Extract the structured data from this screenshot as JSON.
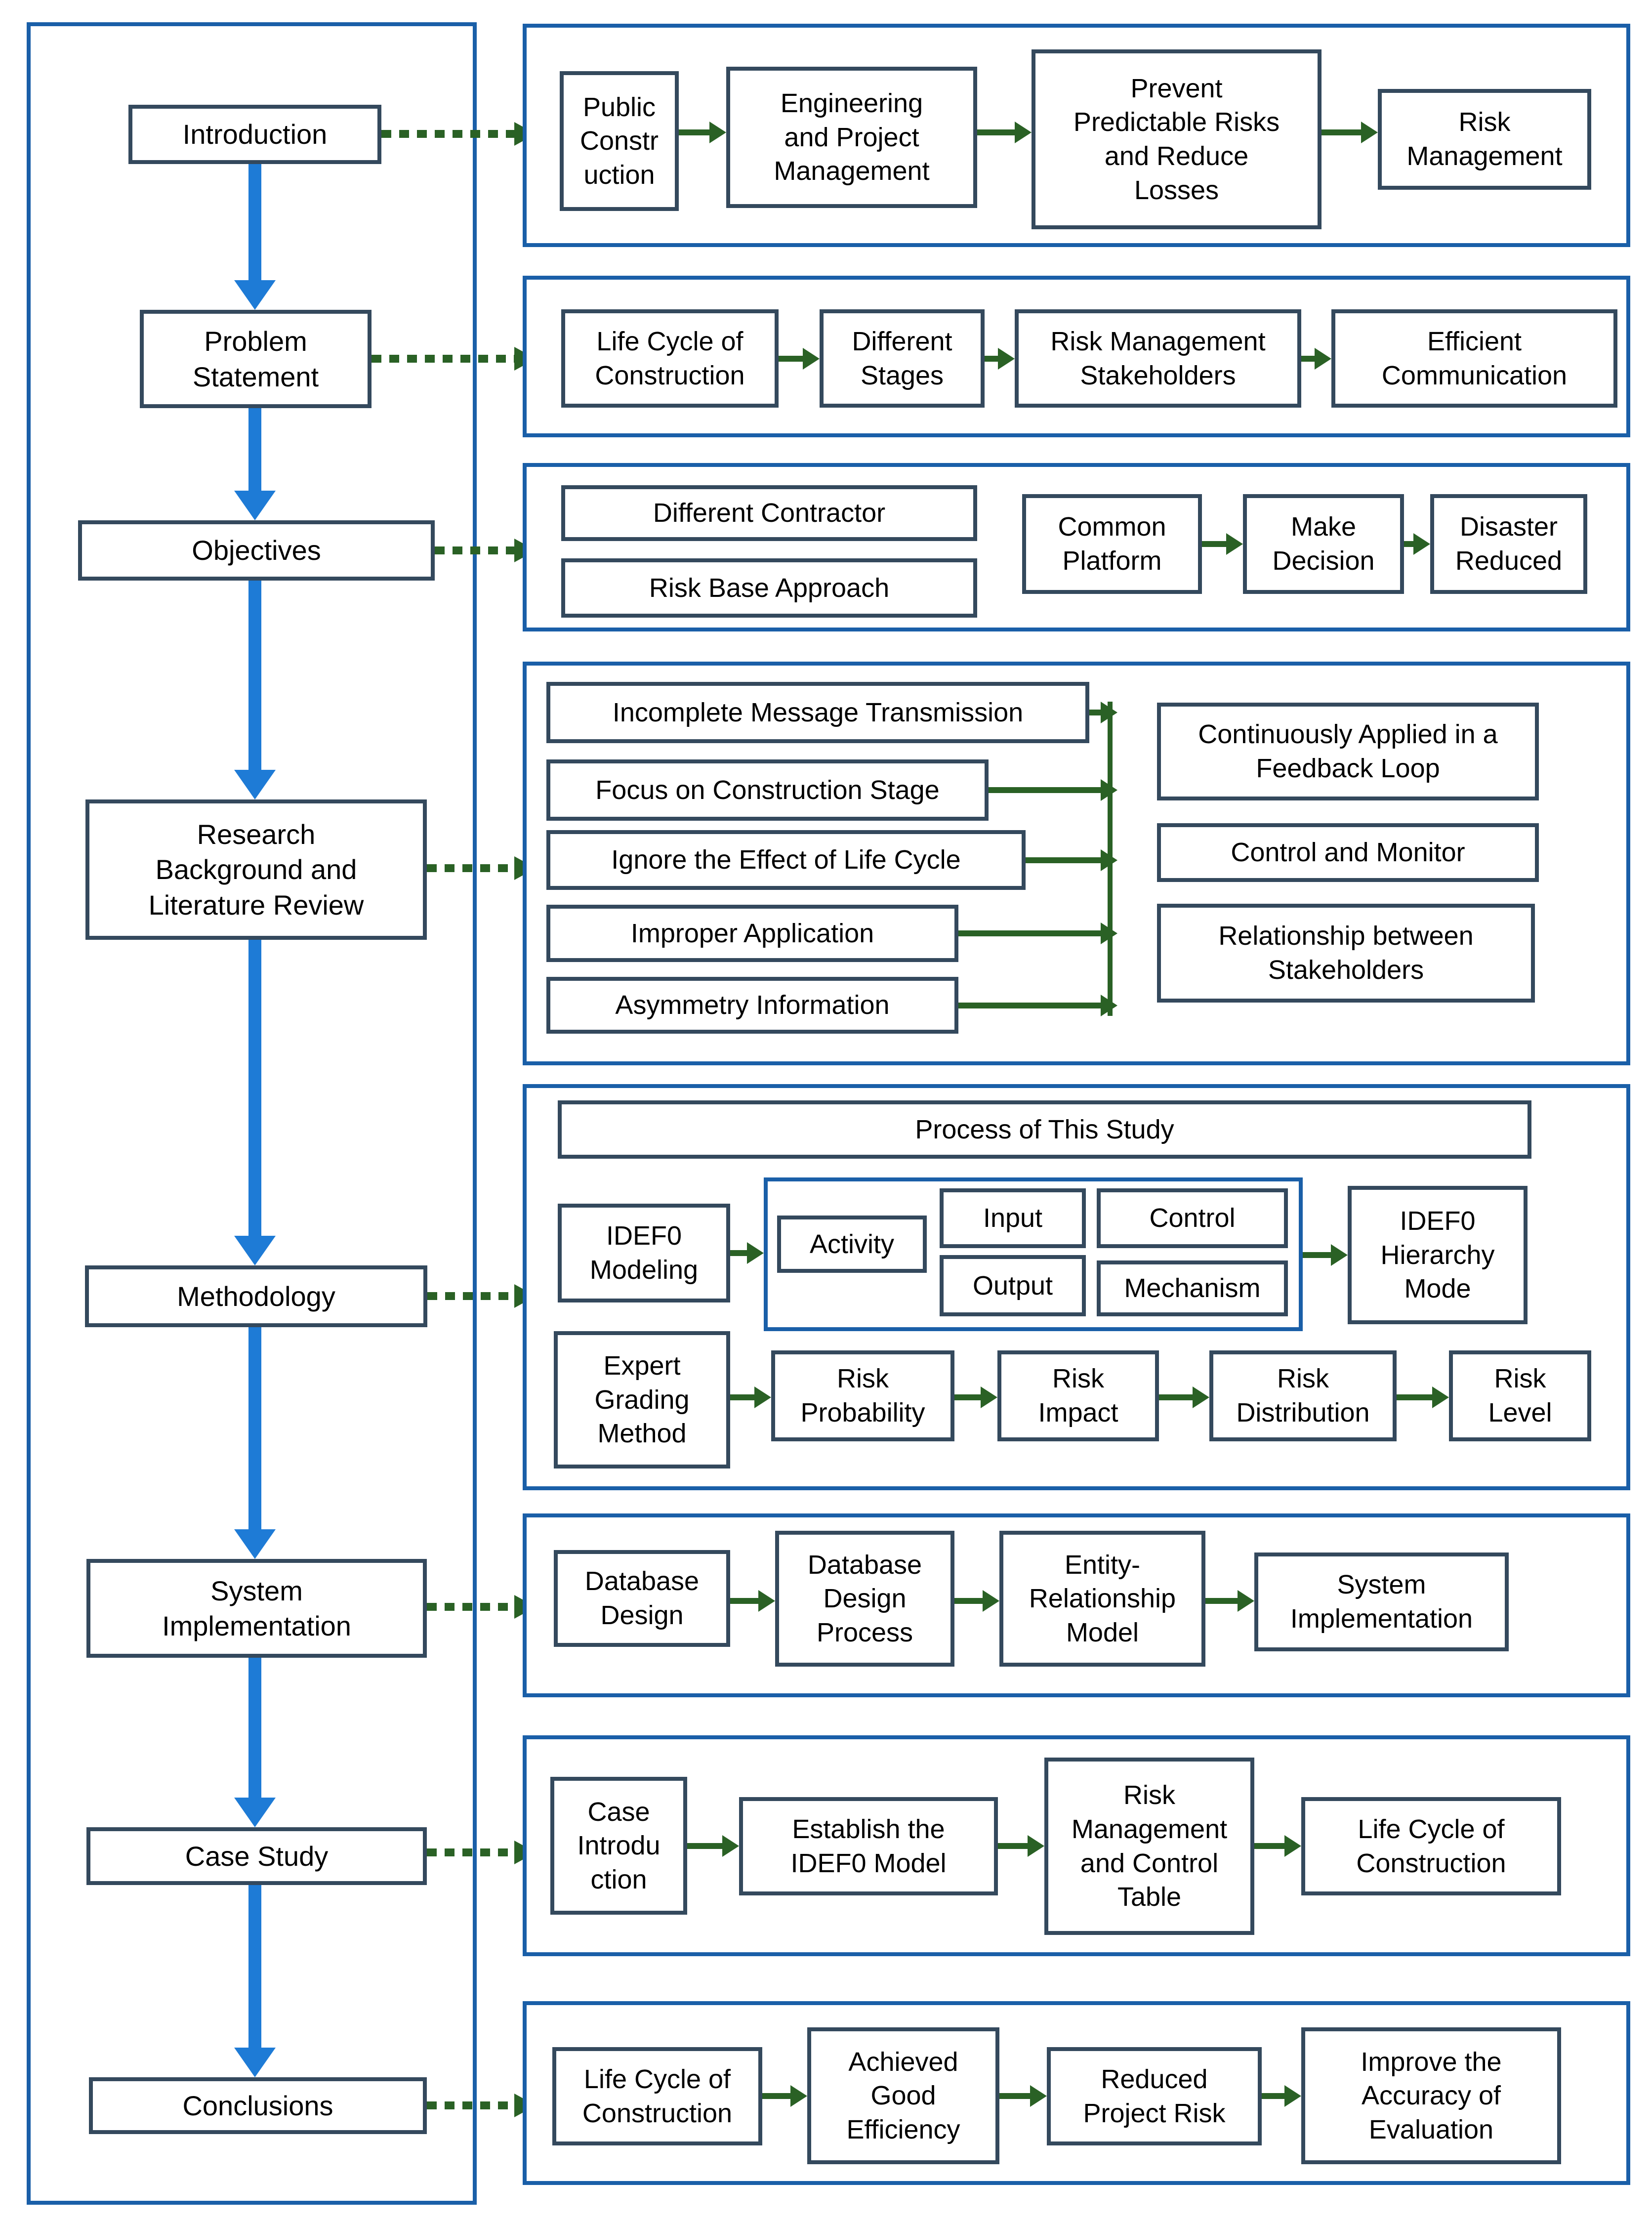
{
  "palette": {
    "container_border": "#1a5fa8",
    "box_border": "#34495d",
    "flow_arrow_blue": "#1e7bd6",
    "link_arrow_green": "#2a6125"
  },
  "spine": [
    "Introduction",
    "Problem Statement",
    "Objectives",
    "Research Background and Literature Review",
    "Methodology",
    "System Implementation",
    "Case Study",
    "Conclusions"
  ],
  "rows": [
    {
      "boxes": [
        "Public Constr uction",
        "Engineering and Project Management",
        "Prevent Predictable Risks and Reduce Losses",
        "Risk Management"
      ]
    },
    {
      "boxes": [
        "Life Cycle of Construction",
        "Different Stages",
        "Risk Management Stakeholders",
        "Efficient Communication"
      ]
    },
    {
      "boxes": [
        "Different Contractor",
        "Risk Base Approach",
        "Common Platform",
        "Make Decision",
        "Disaster Reduced"
      ]
    },
    {
      "problems": [
        "Incomplete Message Transmission",
        "Focus on Construction Stage",
        "Ignore the Effect of Life Cycle",
        "Improper Application",
        "Asymmetry Information"
      ],
      "solutions": [
        "Continuously Applied in a Feedback Loop",
        "Control and Monitor",
        "Relationship between Stakeholders"
      ]
    },
    {
      "process_title": "Process of This Study",
      "idef0_chain": {
        "modeling": "IDEF0 Modeling",
        "activity": "Activity",
        "input": "Input",
        "control": "Control",
        "output": "Output",
        "mechanism": "Mechanism",
        "hierarchy": "IDEF0 Hierarchy Mode"
      },
      "grading_chain": [
        "Expert Grading Method",
        "Risk Probability",
        "Risk Impact",
        "Risk Distribution",
        "Risk Level"
      ]
    },
    {
      "boxes": [
        "Database Design",
        "Database Design Process",
        "Entity-Relationship Model",
        "System Implementation"
      ]
    },
    {
      "boxes": [
        "Case Introdu ction",
        "Establish the IDEF0 Model",
        "Risk Management and Control Table",
        "Life Cycle of Construction"
      ]
    },
    {
      "boxes": [
        "Life Cycle of Construction",
        "Achieved Good Efficiency",
        "Reduced Project Risk",
        "Improve the Accuracy of Evaluation"
      ]
    }
  ]
}
